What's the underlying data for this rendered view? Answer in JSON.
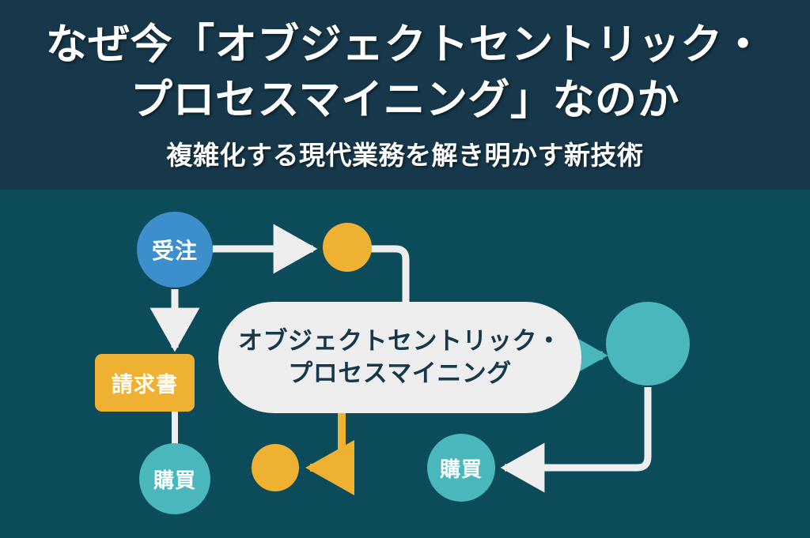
{
  "header": {
    "title_lines": [
      "なぜ今「オブジェクトセントリック・",
      "プロセスマイニング」なのか"
    ],
    "subtitle": "複雑化する現代業務を解き明かす新技術",
    "background_color": "#16384a",
    "text_color": "#ffffff"
  },
  "diagram": {
    "background_color": "#0c4b59",
    "center_card": {
      "lines": [
        "オブジェクトセントリック・",
        "プロセスマイニング"
      ],
      "background_color": "#eeeeee",
      "text_color": "#16384a"
    },
    "nodes": [
      {
        "id": "order",
        "label": "受注",
        "shape": "circle",
        "color": "#3d8fcc"
      },
      {
        "id": "invoice",
        "label": "請求書",
        "shape": "rect",
        "color": "#efb132"
      },
      {
        "id": "purchase-left",
        "label": "購買",
        "shape": "circle",
        "color": "#4ab7bc"
      },
      {
        "id": "purchase-right",
        "label": "購買",
        "shape": "circle",
        "color": "#4ab7bc"
      },
      {
        "id": "dot-yellow-top",
        "label": "",
        "shape": "circle",
        "color": "#efb132"
      },
      {
        "id": "dot-yellow-bottom",
        "label": "",
        "shape": "circle",
        "color": "#efb132"
      },
      {
        "id": "dot-teal-right",
        "label": "",
        "shape": "circle",
        "color": "#4ab7bc"
      }
    ],
    "connector_colors": {
      "white": "#eeeeee",
      "yellow": "#efb132",
      "teal": "#4ab7bc"
    }
  }
}
